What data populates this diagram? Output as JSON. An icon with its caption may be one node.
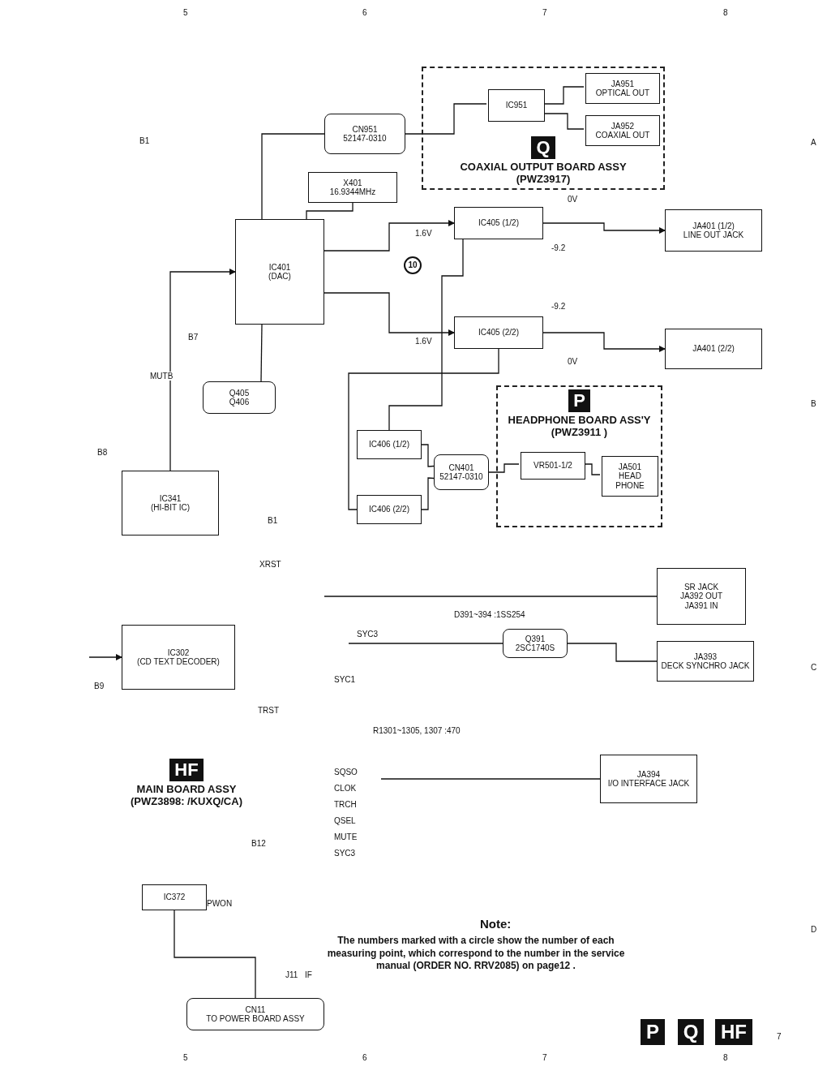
{
  "diagram": {
    "nodes": [
      {
        "text": [
          "Q",
          "COAXIAL OUTPUT BOARD ASSY",
          "(PWZ3917)"
        ]
      },
      {
        "text": [
          "IC951"
        ],
        "in": 0
      },
      {
        "text": [
          "JA951",
          "OPTICAL OUT"
        ],
        "in": 0
      },
      {
        "text": [
          "JA952",
          "COAXIAL OUT"
        ],
        "in": 0
      },
      {
        "text": [
          "CN951",
          "52147-0310"
        ]
      },
      {
        "text": [
          "IC401",
          "(DAC)"
        ]
      },
      {
        "text": [
          "X401",
          "16.9344MHz"
        ]
      },
      {
        "text": [
          "IC405 (1/2)"
        ]
      },
      {
        "text": [
          "IC405 (2/2)"
        ]
      },
      {
        "text": [
          "JA401 (1/2)",
          "LINE OUT JACK"
        ]
      },
      {
        "text": [
          "JA401 (2/2)"
        ]
      },
      {
        "text": [
          "P",
          "HEADPHONE BOARD ASS'Y",
          "(PWZ3911 )"
        ]
      },
      {
        "text": [
          "IC406 (1/2)"
        ]
      },
      {
        "text": [
          "IC406 (2/2)"
        ]
      },
      {
        "text": [
          "CN401",
          "52147-0310"
        ]
      },
      {
        "text": [
          "VR501-1/2"
        ],
        "in": 11
      },
      {
        "text": [
          "JA501",
          "HEAD PHONE"
        ],
        "in": 11
      },
      {
        "text": [
          "IC341",
          "(HI-BIT IC)"
        ]
      },
      {
        "text": [
          "IC302",
          "(CD TEXT DECODER)"
        ]
      },
      {
        "text": [
          "SR JACK",
          "JA392 OUT",
          "JA391 IN"
        ]
      },
      {
        "text": [
          "JA393",
          "DECK SYNCHRO JACK"
        ]
      },
      {
        "text": [
          "Q391",
          "2SC1740S"
        ]
      },
      {
        "text": [
          "JA394",
          "I/O INTERFACE JACK"
        ]
      },
      {
        "text": [
          "HF",
          "MAIN BOARD ASSY",
          "(PWZ3898: /KUXQ/CA)"
        ]
      },
      {
        "text": [
          "CN11",
          "TO POWER BOARD ASSY"
        ]
      },
      {
        "text": [
          "IC372"
        ]
      },
      {
        "text": [
          "Q405",
          "Q406"
        ]
      },
      {
        "text": [
          "P"
        ]
      },
      {
        "text": [
          "Q"
        ]
      },
      {
        "text": [
          "HF"
        ]
      }
    ],
    "edges": [
      {
        "from": 4,
        "to": 1,
        "arrow": "none"
      },
      {
        "from": 1,
        "to": 2,
        "arrow": "none"
      },
      {
        "from": 1,
        "to": 3,
        "arrow": "none"
      },
      {
        "from": 6,
        "to": 5,
        "arrow": "none"
      },
      {
        "from": 5,
        "to": 7,
        "arrow": "to"
      },
      {
        "from": 5,
        "to": 8,
        "arrow": "to"
      },
      {
        "from": 7,
        "to": 9,
        "arrow": "to"
      },
      {
        "from": 8,
        "to": 10,
        "arrow": "to"
      },
      {
        "from": 7,
        "to": 12,
        "arrow": "none"
      },
      {
        "from": 8,
        "to": 13,
        "arrow": "none"
      },
      {
        "from": 12,
        "to": 14,
        "arrow": "none"
      },
      {
        "from": 13,
        "to": 14,
        "arrow": "none"
      },
      {
        "from": 14,
        "to": 15,
        "arrow": "none"
      },
      {
        "from": 15,
        "to": 16,
        "arrow": "none"
      },
      {
        "from": 17,
        "to": 5,
        "arrow": "to"
      },
      {
        "from": 26,
        "to": 5,
        "arrow": "none"
      },
      {
        "from": null,
        "to": 18,
        "arrow": "to"
      },
      {
        "from": 21,
        "to": 20,
        "arrow": "none"
      },
      {
        "from": null,
        "to": 22,
        "arrow": "none"
      },
      {
        "from": 5,
        "to": 4,
        "arrow": "none"
      },
      {
        "from": 25,
        "to": 24,
        "arrow": "none"
      },
      {
        "from": null,
        "to": 19,
        "arrow": "none"
      },
      {
        "from": null,
        "to": 21,
        "arrow": "none"
      }
    ],
    "labels": [
      "5",
      "6",
      "7",
      "8",
      "A",
      "B",
      "C",
      "D",
      "5",
      "6",
      "7",
      "8",
      "B1",
      "B7",
      "B8",
      "B1",
      "B9",
      "B12",
      "1.6V",
      "0V",
      "-9.2",
      "1.6V",
      "0V",
      "-9.2",
      "10",
      "MUTB",
      "XRST",
      "TRST",
      "SYC3",
      "SYC1",
      "SQSO",
      "CLOK",
      "TRCH",
      "QSEL",
      "MUTE",
      "SYC3",
      "PWON",
      "Note:",
      "The numbers marked with a circle show the number of each measuring point, which correspond to the number in the service manual (ORDER NO. RRV2085) on page12 .",
      "J11",
      "7",
      "D391~394 :1SS254",
      "R1301~1305, 1307 :470",
      "IF"
    ]
  }
}
